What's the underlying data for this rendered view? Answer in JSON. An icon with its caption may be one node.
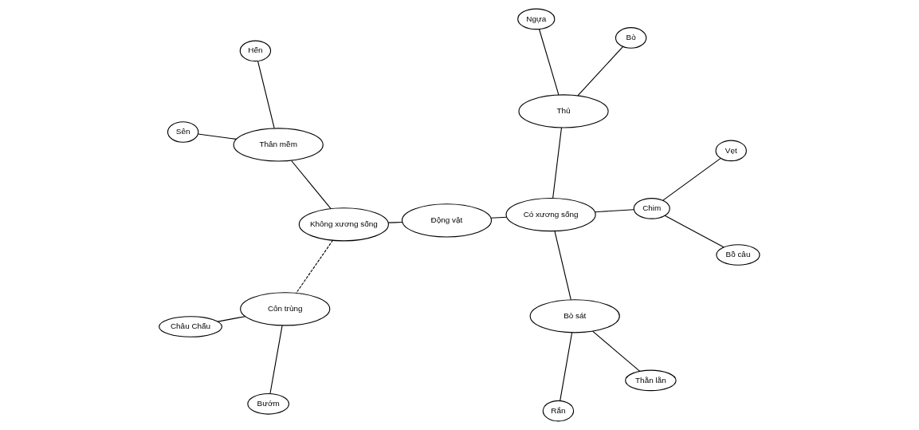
{
  "diagram": {
    "nodes": [
      {
        "text": [
          "Sên"
        ]
      },
      {
        "text": [
          "Thân mềm"
        ]
      },
      {
        "text": [
          "Không xương sống"
        ]
      },
      {
        "text": [
          "Côn trùng"
        ]
      },
      {
        "text": [
          "Châu Chấu"
        ]
      },
      {
        "text": [
          "Hến"
        ]
      },
      {
        "text": [
          "Bướm"
        ]
      },
      {
        "text": [
          "Động vật"
        ]
      },
      {
        "text": [
          "Rắn"
        ]
      },
      {
        "text": [
          "Bò sát"
        ]
      },
      {
        "text": [
          "Có xương sống"
        ]
      },
      {
        "text": [
          "Thú"
        ]
      },
      {
        "text": [
          "Bò"
        ]
      },
      {
        "text": [
          "Thằn lằn"
        ]
      },
      {
        "text": [
          "Ngựa"
        ]
      },
      {
        "text": [
          "Chim"
        ]
      },
      {
        "text": [
          "Bồ câu"
        ]
      },
      {
        "text": [
          "Vẹt"
        ]
      }
    ],
    "edges": [
      {
        "from": 1,
        "to": 0,
        "arrow": "none"
      },
      {
        "from": 1,
        "to": 5,
        "arrow": "none"
      },
      {
        "from": 2,
        "to": 1,
        "arrow": "none"
      },
      {
        "from": 2,
        "to": 3,
        "arrow": "none",
        "style": "dashed"
      },
      {
        "from": 3,
        "to": 4,
        "arrow": "none"
      },
      {
        "from": 3,
        "to": 6,
        "arrow": "none"
      },
      {
        "from": 2,
        "to": 7,
        "arrow": "none"
      },
      {
        "from": 7,
        "to": 10,
        "arrow": "none"
      },
      {
        "from": 10,
        "to": 9,
        "arrow": "none"
      },
      {
        "from": 9,
        "to": 8,
        "arrow": "none"
      },
      {
        "from": 9,
        "to": 13,
        "arrow": "none"
      },
      {
        "from": 10,
        "to": 11,
        "arrow": "none"
      },
      {
        "from": 11,
        "to": 12,
        "arrow": "none"
      },
      {
        "from": 11,
        "to": 14,
        "arrow": "none"
      },
      {
        "from": 10,
        "to": 15,
        "arrow": "none"
      },
      {
        "from": 15,
        "to": 16,
        "arrow": "none"
      },
      {
        "from": 15,
        "to": 17,
        "arrow": "none"
      }
    ]
  }
}
